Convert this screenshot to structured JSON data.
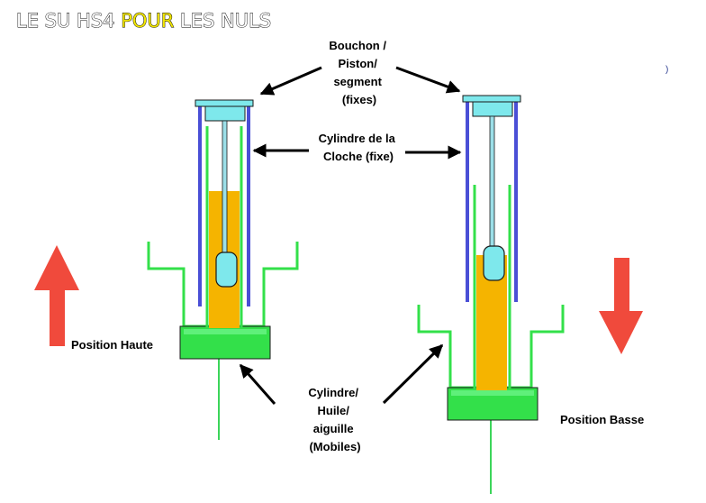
{
  "title": {
    "part1": "LE SU HS4 ",
    "part2": "POUR",
    "part3": " LES NULS"
  },
  "labels": {
    "bouchon": [
      "Bouchon /",
      "Piston/",
      "segment",
      "(fixes)"
    ],
    "cylindre_cloche": [
      "Cylindre de la",
      "Cloche (fixe)"
    ],
    "mobiles": [
      "Cylindre/",
      "Huile/",
      "aiguille",
      "(Mobiles)"
    ],
    "position_haute": "Position Haute",
    "position_basse": "Position Basse"
  },
  "colors": {
    "bell": "#4a4fd6",
    "cap": "#7ee8ec",
    "oil": "#f5b400",
    "green_body": "#33e04a",
    "green_line": "#3cd55a",
    "arrow_red": "#f04a3c",
    "title_pour": "#f2e600",
    "stroke": "#1a1a1a"
  }
}
